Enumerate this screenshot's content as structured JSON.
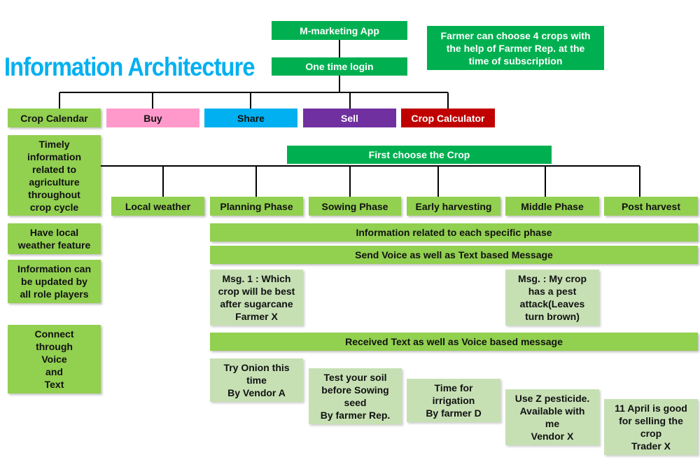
{
  "title": "Information Architecture",
  "app": "M-marketing App",
  "login": "One time login",
  "note": "Farmer can choose 4 crops with\nthe help of Farmer Rep. at the\ntime of subscription",
  "nav": {
    "crop_calendar": "Crop Calendar",
    "buy": "Buy",
    "share": "Share",
    "sell": "Sell",
    "crop_calculator": "Crop Calculator"
  },
  "features": {
    "timely": "Timely\ninformation\nrelated to\nagriculture\nthroughout\ncrop cycle",
    "local_weather_feature": "Have local\nweather feature",
    "updated": "Information can\nbe updated by\nall role players",
    "connect": "Connect\nthrough\nVoice\nand\nText"
  },
  "choose_crop": "First choose the Crop",
  "phases": {
    "local_weather": "Local weather",
    "planning": "Planning Phase",
    "sowing": "Sowing Phase",
    "early_harvesting": "Early harvesting",
    "middle": "Middle Phase",
    "post_harvest": "Post  harvest"
  },
  "bars": {
    "info_phase": "Information related to each specific phase",
    "send_message": "Send Voice as well as Text based Message",
    "received": "Received Text as well as Voice based message"
  },
  "messages": {
    "msg1": "Msg. 1 : Which\ncrop will be best\nafter sugarcane\nFarmer X",
    "msg2": "Msg. : My crop\nhas a pest\nattack(Leaves\nturn brown)"
  },
  "replies": {
    "onion": "Try Onion this\ntime\nBy Vendor A",
    "soil": "Test your soil\nbefore Sowing\nseed\nBy farmer Rep.",
    "irrigation": "Time for\nirrigation\nBy farmer D",
    "pesticide": "Use Z pesticide.\nAvailable with\nme\nVendor X",
    "april": "11 April is good\nfor selling the\ncrop\nTrader X"
  },
  "colors": {
    "dark_green": "#00b050",
    "light_green": "#92d050",
    "pale_green": "#c6e0b4",
    "title_blue": "#00b0f0",
    "pink": "#ff99cc",
    "blue": "#00b0f0",
    "purple": "#7030a0",
    "red": "#c00000"
  }
}
